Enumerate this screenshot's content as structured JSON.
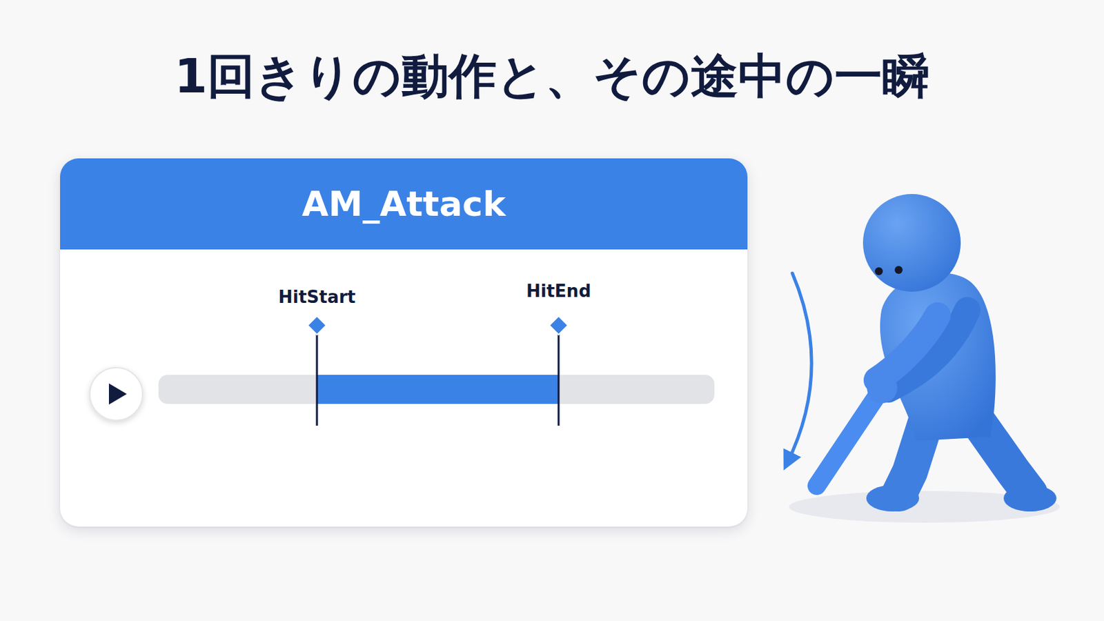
{
  "diagram": {
    "title": "1回きりの動作と、その途中の一瞬",
    "nodes": [
      {
        "text": [
          "AM_Attack"
        ]
      }
    ],
    "labels": [
      "HitStart",
      "HitEnd"
    ]
  }
}
